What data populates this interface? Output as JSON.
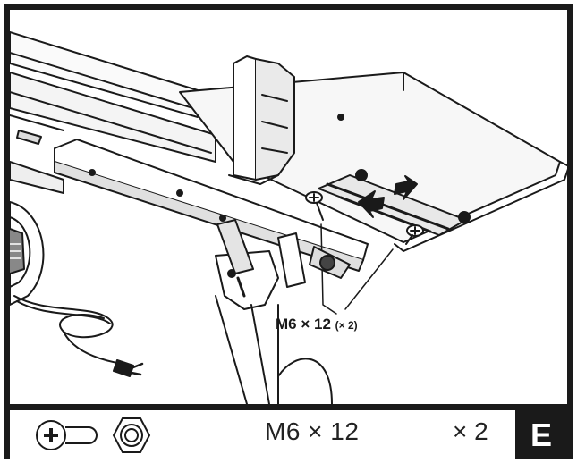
{
  "callout": {
    "spec": "M6 × 12",
    "qty": "(× 2)"
  },
  "footer": {
    "spec": "M6 × 12",
    "qty": "× 2",
    "step": "E",
    "icons": [
      "screw-icon",
      "nut-icon"
    ]
  }
}
